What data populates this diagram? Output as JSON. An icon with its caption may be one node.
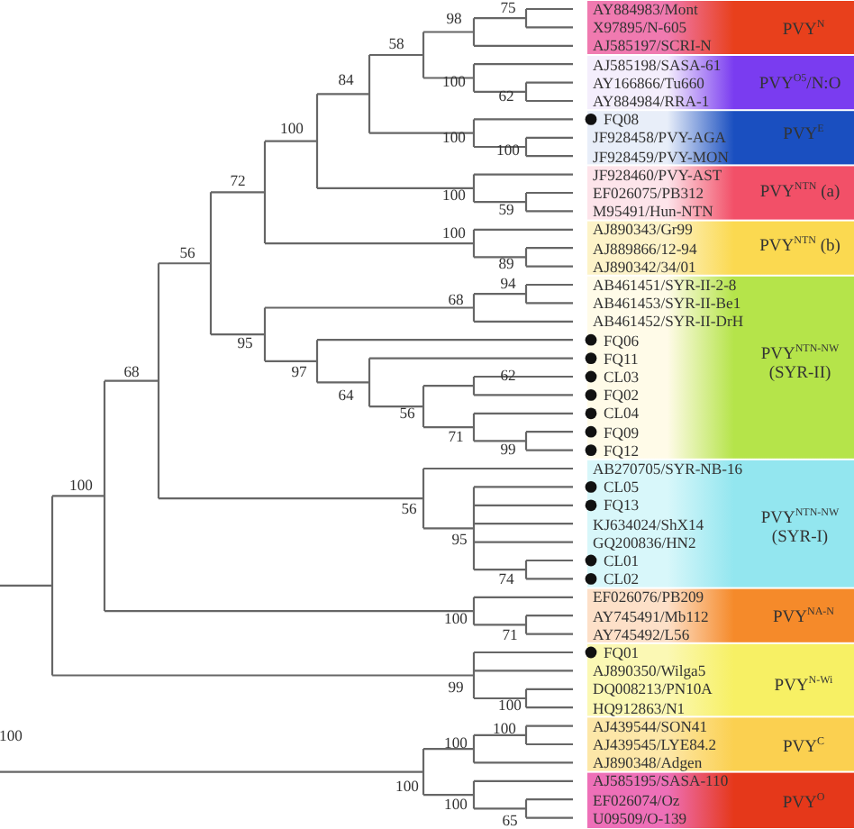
{
  "diagram": {
    "labels": [
      "AY884983/Mont",
      "X97895/N-605",
      "AJ585197/SCRI-N",
      "AJ585198/SASA-61",
      "AY166866/Tu660",
      "AY884984/RRA-1",
      "FQ08",
      "JF928458/PVY-AGA",
      "JF928459/PVY-MON",
      "JF928460/PVY-AST",
      "EF026075/PB312",
      "M95491/Hun-NTN",
      "AJ890343/Gr99",
      "AJ889866/12-94",
      "AJ890342/34/01",
      "AB461451/SYR-II-2-8",
      "AB461453/SYR-II-Be1",
      "AB461452/SYR-II-DrH",
      "FQ06",
      "FQ11",
      "CL03",
      "FQ02",
      "CL04",
      "FQ09",
      "FQ12",
      "AB270705/SYR-NB-16",
      "CL05",
      "FQ13",
      "KJ634024/ShX14",
      "GQ200836/HN2",
      "CL01",
      "CL02",
      "EF026076/PB209",
      "AY745491/Mb112",
      "AY745492/L56",
      "FQ01",
      "AJ890350/Wilga5",
      "DQ008213/PN10A",
      "HQ912863/N1",
      "AJ439544/SON41",
      "AJ439545/LYE84.2",
      "AJ890348/Adgen",
      "AJ585195/SASA-110",
      "EF026074/Oz",
      "U09509/O-139",
      "75",
      "98",
      "58",
      "84",
      "100",
      "62",
      "100",
      "100",
      "100",
      "72",
      "100",
      "59",
      "100",
      "56",
      "89",
      "94",
      "68",
      "95",
      "62",
      "97",
      "64",
      "56",
      "68",
      "71",
      "99",
      "56",
      "95",
      "74",
      "100",
      "100",
      "71",
      "99",
      "100",
      "100",
      "100",
      "100",
      "100",
      "100",
      "65",
      "PVY$^{N}$",
      "PVY$^{O5}$/N:O",
      "PVY$^{E}$",
      "PVY$^{NTN}$ (a)",
      "PVY$^{NTN}$ (b)",
      "PVY$^{NTN-NW}$",
      "(SYR-II)",
      "PVY$^{NTN-NW}$",
      "(SYR-I)",
      "PVY$^{NA-N}$",
      "PVY$^{N-Wi}$",
      "PVY$^{C}$",
      "PVY$^{O}$"
    ]
  }
}
